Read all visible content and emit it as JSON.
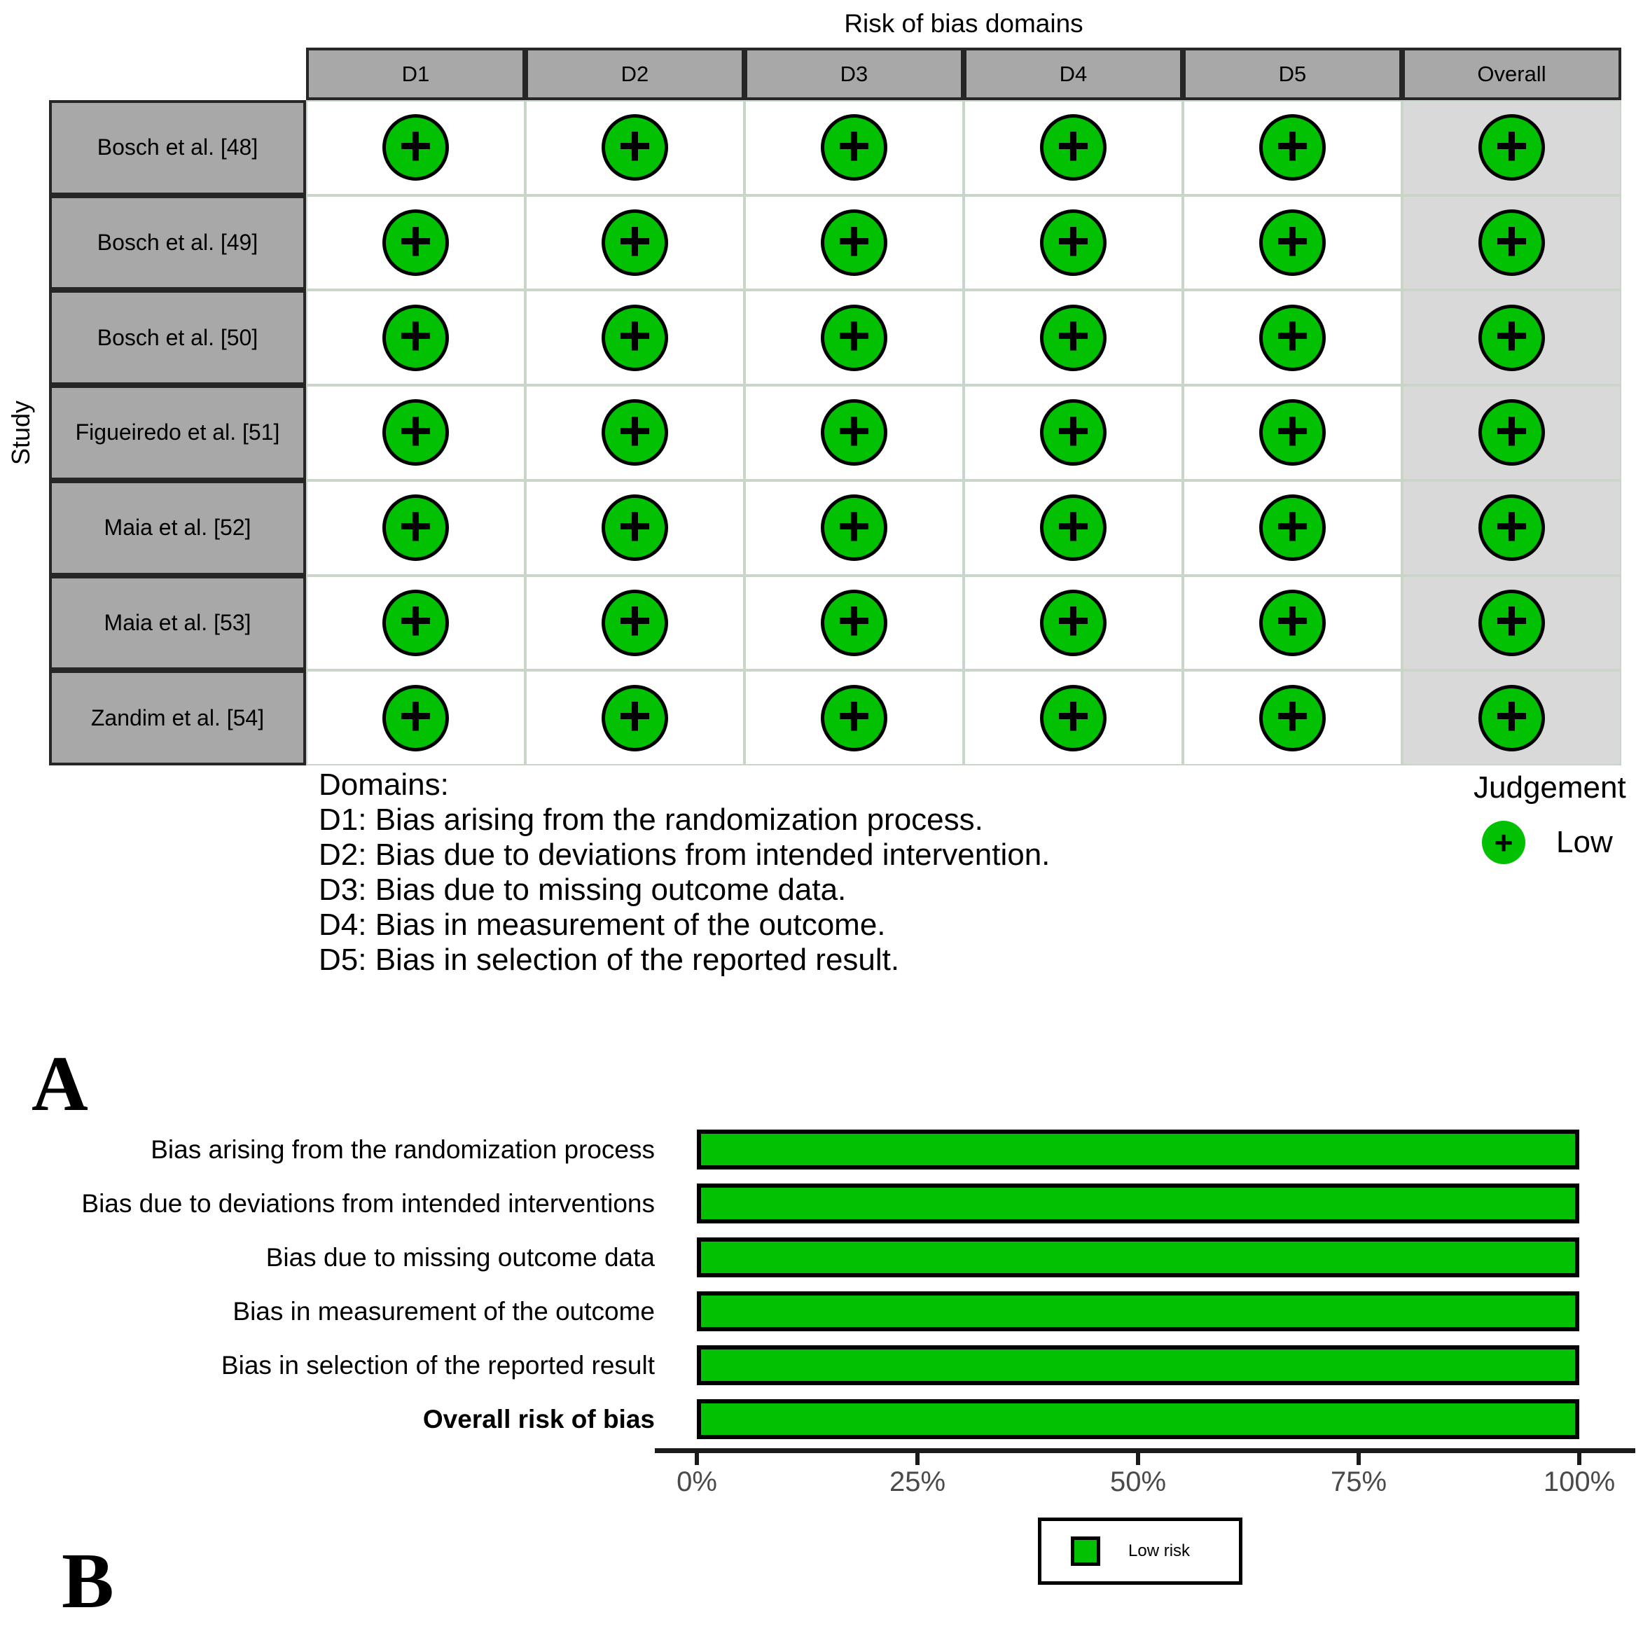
{
  "panel_labels": {
    "a": "A",
    "b": "B"
  },
  "colors": {
    "low_risk_green": "#02C102",
    "header_gray": "#a8a8a8",
    "overall_cell_gray": "#d9d9d9",
    "grid_line_green_gray": "#c8d5c8",
    "dark_border": "#262626",
    "tick_label_gray": "#4a4a4a"
  },
  "chart_data": [
    {
      "type": "table",
      "title": "Risk of bias domains",
      "ylabel": "Study",
      "columns": [
        "D1",
        "D2",
        "D3",
        "D4",
        "D5",
        "Overall"
      ],
      "rows": [
        "Bosch et al. [48]",
        "Bosch et al. [49]",
        "Bosch et al. [50]",
        "Figueiredo et al. [51]",
        "Maia et al. [52]",
        "Maia et al. [53]",
        "Zandim et al. [54]"
      ],
      "values": [
        [
          "low",
          "low",
          "low",
          "low",
          "low",
          "low"
        ],
        [
          "low",
          "low",
          "low",
          "low",
          "low",
          "low"
        ],
        [
          "low",
          "low",
          "low",
          "low",
          "low",
          "low"
        ],
        [
          "low",
          "low",
          "low",
          "low",
          "low",
          "low"
        ],
        [
          "low",
          "low",
          "low",
          "low",
          "low",
          "low"
        ],
        [
          "low",
          "low",
          "low",
          "low",
          "low",
          "low"
        ],
        [
          "low",
          "low",
          "low",
          "low",
          "low",
          "low"
        ]
      ],
      "symbol": "+",
      "notes": {
        "heading": "Domains:",
        "lines": [
          "D1: Bias arising from the randomization process.",
          "D2: Bias due to deviations from intended intervention.",
          "D3: Bias due to missing outcome data.",
          "D4: Bias in measurement of the outcome.",
          "D5: Bias in selection of the reported result."
        ]
      },
      "legend": {
        "title": "Judgement",
        "entries": [
          {
            "symbol": "+",
            "label": "Low"
          }
        ]
      }
    },
    {
      "type": "bar",
      "orientation": "horizontal",
      "categories": [
        "Bias arising from the randomization process",
        "Bias due to deviations from intended interventions",
        "Bias due to missing outcome data",
        "Bias in measurement of the outcome",
        "Bias in selection of the reported result",
        "Overall risk of bias"
      ],
      "series": [
        {
          "name": "Low risk",
          "values": [
            100,
            100,
            100,
            100,
            100,
            100
          ]
        }
      ],
      "xlim": [
        0,
        100
      ],
      "x_ticks": {
        "values": [
          0,
          25,
          50,
          75,
          100
        ],
        "labels": [
          "0%",
          "25%",
          "50%",
          "75%",
          "100%"
        ]
      },
      "legend_position": "bottom"
    }
  ]
}
